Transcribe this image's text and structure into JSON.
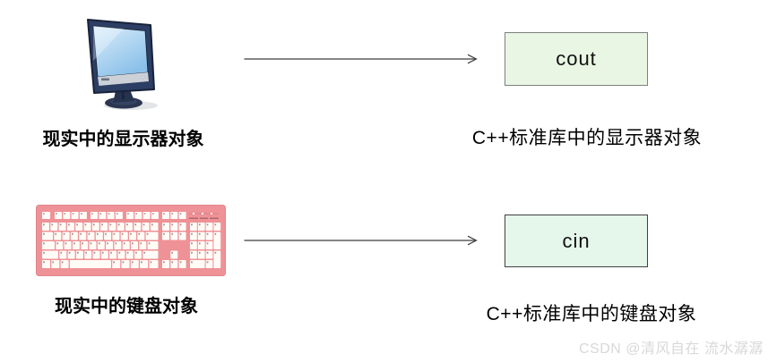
{
  "colors": {
    "background": "#ffffff",
    "label": "#000000",
    "arrow": "#3d3d3d",
    "cout_box_fill": "#e9f6e3",
    "cout_box_border": "#7f7f7f",
    "cin_box_fill": "#e5f7eb",
    "cin_box_border": "#404040",
    "keyboard_body": "#ef9297",
    "keyboard_key": "#fffcf7",
    "monitor_frame": "#2c3e63",
    "monitor_screen_light": "#dceefb",
    "monitor_screen_dark": "#8ac0e9",
    "watermark": "#d8d8d8"
  },
  "rows": [
    {
      "icon": "monitor",
      "real_world_label": "现实中的显示器对象",
      "stream_object": "cout",
      "library_label": "C++标准库中的显示器对象"
    },
    {
      "icon": "keyboard",
      "real_world_label": "现实中的键盘对象",
      "stream_object": "cin",
      "library_label": "C++标准库中的键盘对象"
    }
  ],
  "watermark": {
    "text": "CSDN @清风自在 流水潺潺"
  }
}
